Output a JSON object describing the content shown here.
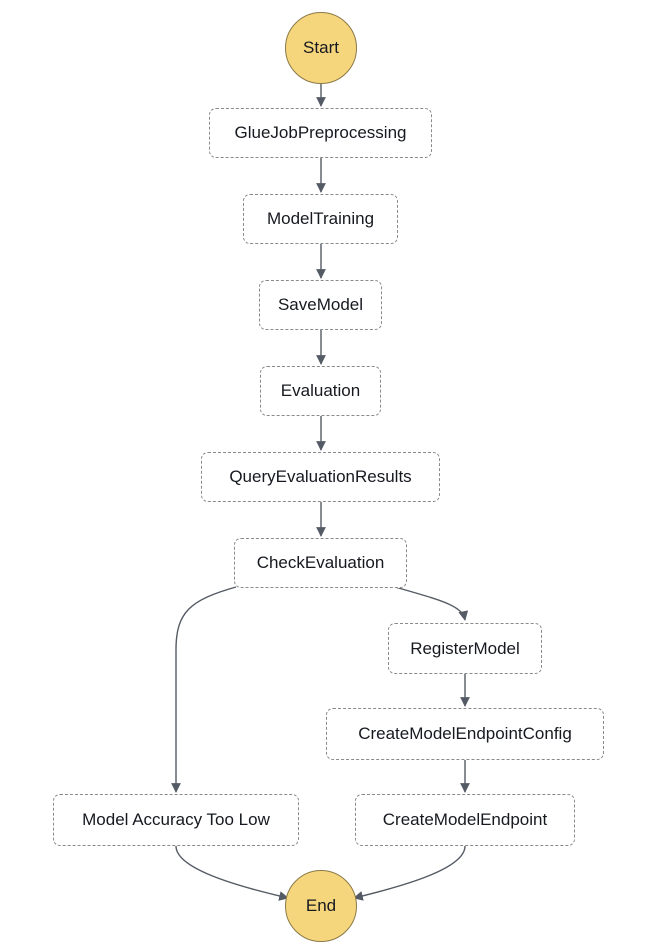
{
  "workflow": {
    "start_label": "Start",
    "end_label": "End",
    "states": {
      "glue_job_preprocessing": "GlueJobPreprocessing",
      "model_training": "ModelTraining",
      "save_model": "SaveModel",
      "evaluation": "Evaluation",
      "query_evaluation_results": "QueryEvaluationResults",
      "check_evaluation": "CheckEvaluation",
      "register_model": "RegisterModel",
      "create_model_endpoint_config": "CreateModelEndpointConfig",
      "create_model_endpoint": "CreateModelEndpoint",
      "model_accuracy_too_low": "Model Accuracy Too Low"
    }
  },
  "colors": {
    "terminal_fill": "#f6d67c",
    "edge": "#545b64",
    "box_border": "#8a8a8a"
  }
}
